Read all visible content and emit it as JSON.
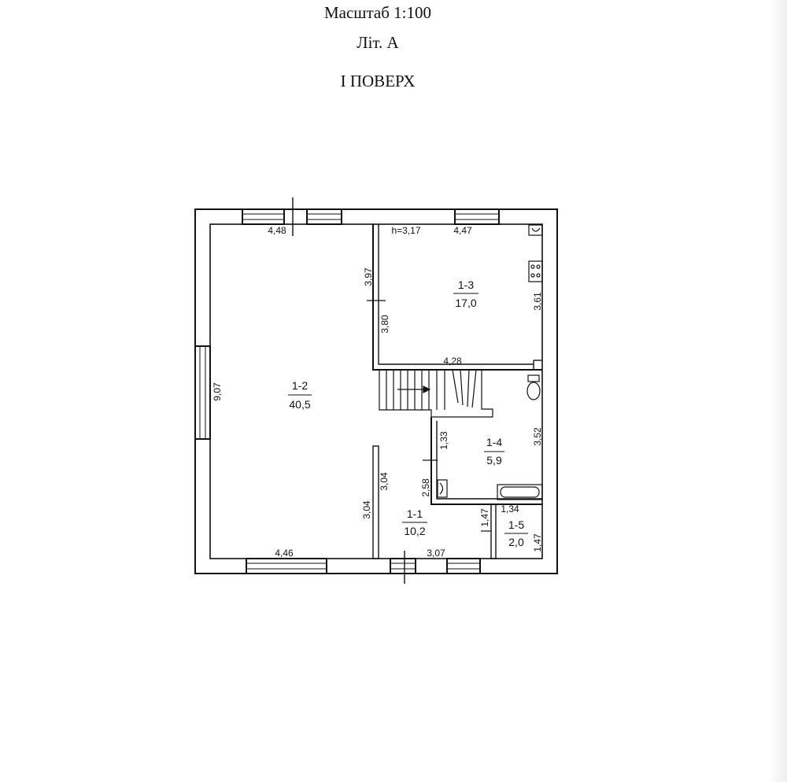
{
  "header": {
    "scale": "Масштаб 1:100",
    "letter": "Літ. А",
    "floor": "І ПОВЕРХ"
  },
  "rooms": {
    "r12": {
      "id": "1-2",
      "area": "40,5"
    },
    "r13": {
      "id": "1-3",
      "area": "17,0"
    },
    "r14": {
      "id": "1-4",
      "area": "5,9"
    },
    "r11": {
      "id": "1-1",
      "area": "10,2"
    },
    "r15": {
      "id": "1-5",
      "area": "2,0"
    }
  },
  "dims": {
    "top_left": "4,48",
    "height_label": "h=3,17",
    "top_right": "4,47",
    "left_side": "9,07",
    "wall_upper_a": "3,97",
    "wall_upper_b": "3,80",
    "kitchen_right": "3,61",
    "kitchen_bottom": "4,28",
    "bath_left": "1,33",
    "bath_right": "3,52",
    "hall_wall_a": "3,04",
    "hall_wall_b": "3,04",
    "hall_left": "2,58",
    "wc_top": "1,34",
    "wc_left": "1,47",
    "wc_right": "1,47",
    "bottom_left": "4,46",
    "bottom_right": "3,07"
  },
  "colors": {
    "line": "#111111",
    "background": "#ffffff"
  }
}
